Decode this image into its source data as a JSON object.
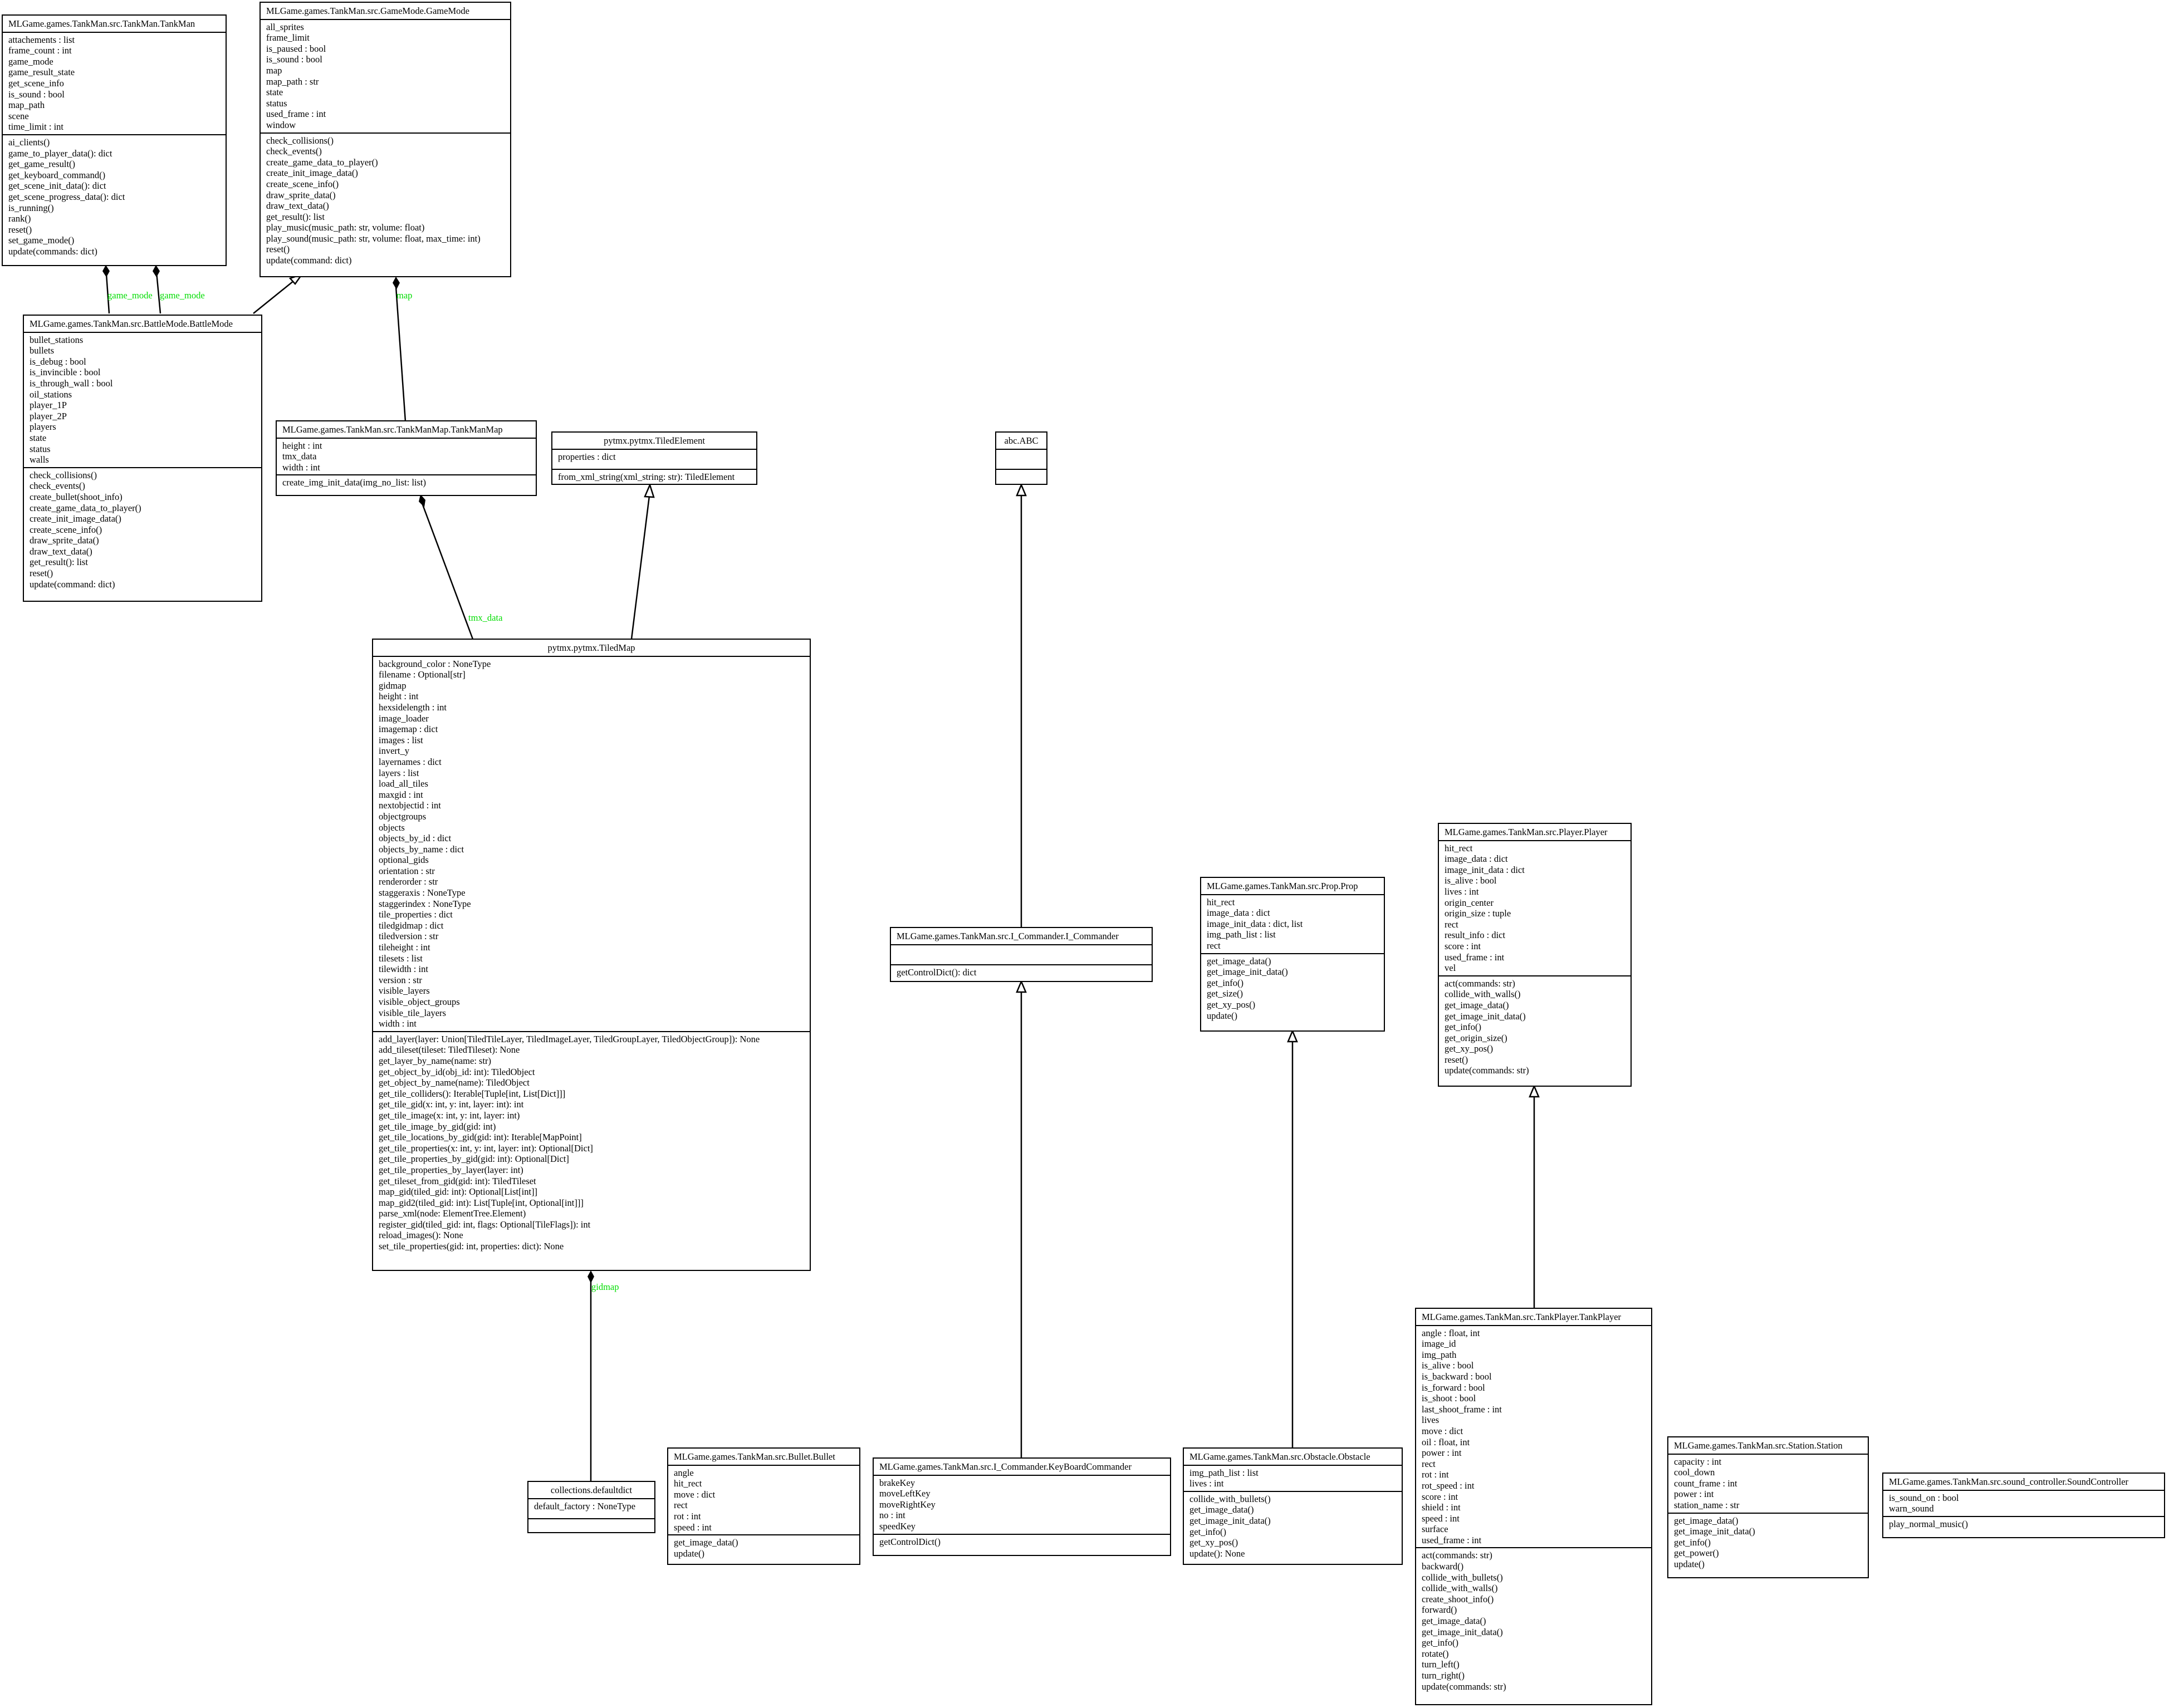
{
  "classes": {
    "tankman": {
      "name": "MLGame.games.TankMan.src.TankMan.TankMan",
      "attributes": [
        "attachements : list",
        "frame_count : int",
        "game_mode",
        "game_result_state",
        "get_scene_info",
        "is_sound : bool",
        "map_path",
        "scene",
        "time_limit : int"
      ],
      "methods": [
        "ai_clients()",
        "game_to_player_data(): dict",
        "get_game_result()",
        "get_keyboard_command()",
        "get_scene_init_data(): dict",
        "get_scene_progress_data(): dict",
        "is_running()",
        "rank()",
        "reset()",
        "set_game_mode()",
        "update(commands: dict)"
      ]
    },
    "gamemode": {
      "name": "MLGame.games.TankMan.src.GameMode.GameMode",
      "attributes": [
        "all_sprites",
        "frame_limit",
        "is_paused : bool",
        "is_sound : bool",
        "map",
        "map_path : str",
        "state",
        "status",
        "used_frame : int",
        "window"
      ],
      "methods": [
        "check_collisions()",
        "check_events()",
        "create_game_data_to_player()",
        "create_init_image_data()",
        "create_scene_info()",
        "draw_sprite_data()",
        "draw_text_data()",
        "get_result(): list",
        "play_music(music_path: str, volume: float)",
        "play_sound(music_path: str, volume: float, max_time: int)",
        "reset()",
        "update(command: dict)"
      ]
    },
    "battlemode": {
      "name": "MLGame.games.TankMan.src.BattleMode.BattleMode",
      "attributes": [
        "bullet_stations",
        "bullets",
        "is_debug : bool",
        "is_invincible : bool",
        "is_through_wall : bool",
        "oil_stations",
        "player_1P",
        "player_2P",
        "players",
        "state",
        "status",
        "walls"
      ],
      "methods": [
        "check_collisions()",
        "check_events()",
        "create_bullet(shoot_info)",
        "create_game_data_to_player()",
        "create_init_image_data()",
        "create_scene_info()",
        "draw_sprite_data()",
        "draw_text_data()",
        "get_result(): list",
        "reset()",
        "update(command: dict)"
      ]
    },
    "tankmanmap": {
      "name": "MLGame.games.TankMan.src.TankManMap.TankManMap",
      "attributes": [
        "height : int",
        "tmx_data",
        "width : int"
      ],
      "methods": [
        "create_img_init_data(img_no_list: list)"
      ]
    },
    "tiledelement": {
      "name": "pytmx.pytmx.TiledElement",
      "attributes": [
        "properties : dict"
      ],
      "methods": [
        "from_xml_string(xml_string: str): TiledElement"
      ]
    },
    "abc": {
      "name": "abc.ABC",
      "attributes": [],
      "methods": []
    },
    "tiledmap": {
      "name": "pytmx.pytmx.TiledMap",
      "attributes": [
        "background_color : NoneType",
        "filename : Optional[str]",
        "gidmap",
        "height : int",
        "hexsidelength : int",
        "image_loader",
        "imagemap : dict",
        "images : list",
        "invert_y",
        "layernames : dict",
        "layers : list",
        "load_all_tiles",
        "maxgid : int",
        "nextobjectid : int",
        "objectgroups",
        "objects",
        "objects_by_id : dict",
        "objects_by_name : dict",
        "optional_gids",
        "orientation : str",
        "renderorder : str",
        "staggeraxis : NoneType",
        "staggerindex : NoneType",
        "tile_properties : dict",
        "tiledgidmap : dict",
        "tiledversion : str",
        "tileheight : int",
        "tilesets : list",
        "tilewidth : int",
        "version : str",
        "visible_layers",
        "visible_object_groups",
        "visible_tile_layers",
        "width : int"
      ],
      "methods": [
        "add_layer(layer: Union[TiledTileLayer, TiledImageLayer, TiledGroupLayer, TiledObjectGroup]): None",
        "add_tileset(tileset: TiledTileset): None",
        "get_layer_by_name(name: str)",
        "get_object_by_id(obj_id: int): TiledObject",
        "get_object_by_name(name): TiledObject",
        "get_tile_colliders(): Iterable[Tuple[int, List[Dict]]]",
        "get_tile_gid(x: int, y: int, layer: int): int",
        "get_tile_image(x: int, y: int, layer: int)",
        "get_tile_image_by_gid(gid: int)",
        "get_tile_locations_by_gid(gid: int): Iterable[MapPoint]",
        "get_tile_properties(x: int, y: int, layer: int): Optional[Dict]",
        "get_tile_properties_by_gid(gid: int): Optional[Dict]",
        "get_tile_properties_by_layer(layer: int)",
        "get_tileset_from_gid(gid: int): TiledTileset",
        "map_gid(tiled_gid: int): Optional[List[int]]",
        "map_gid2(tiled_gid: int): List[Tuple[int, Optional[int]]]",
        "parse_xml(node: ElementTree.Element)",
        "register_gid(tiled_gid: int, flags: Optional[TileFlags]): int",
        "reload_images(): None",
        "set_tile_properties(gid: int, properties: dict): None"
      ]
    },
    "player": {
      "name": "MLGame.games.TankMan.src.Player.Player",
      "attributes": [
        "hit_rect",
        "image_data : dict",
        "image_init_data : dict",
        "is_alive : bool",
        "lives : int",
        "origin_center",
        "origin_size : tuple",
        "rect",
        "result_info : dict",
        "score : int",
        "used_frame : int",
        "vel"
      ],
      "methods": [
        "act(commands: str)",
        "collide_with_walls()",
        "get_image_data()",
        "get_image_init_data()",
        "get_info()",
        "get_origin_size()",
        "get_xy_pos()",
        "reset()",
        "update(commands: str)"
      ]
    },
    "prop": {
      "name": "MLGame.games.TankMan.src.Prop.Prop",
      "attributes": [
        "hit_rect",
        "image_data : dict",
        "image_init_data : dict, list",
        "img_path_list : list",
        "rect"
      ],
      "methods": [
        "get_image_data()",
        "get_image_init_data()",
        "get_info()",
        "get_size()",
        "get_xy_pos()",
        "update()"
      ]
    },
    "icommander": {
      "name": "MLGame.games.TankMan.src.I_Commander.I_Commander",
      "attributes": [],
      "methods": [
        "getControlDict(): dict"
      ]
    },
    "defaultdict": {
      "name": "collections.defaultdict",
      "attributes": [
        "default_factory : NoneType"
      ],
      "methods": []
    },
    "bullet": {
      "name": "MLGame.games.TankMan.src.Bullet.Bullet",
      "attributes": [
        "angle",
        "hit_rect",
        "move : dict",
        "rect",
        "rot : int",
        "speed : int"
      ],
      "methods": [
        "get_image_data()",
        "update()"
      ]
    },
    "keyboardcommander": {
      "name": "MLGame.games.TankMan.src.I_Commander.KeyBoardCommander",
      "attributes": [
        "brakeKey",
        "moveLeftKey",
        "moveRightKey",
        "no : int",
        "speedKey"
      ],
      "methods": [
        "getControlDict()"
      ]
    },
    "obstacle": {
      "name": "MLGame.games.TankMan.src.Obstacle.Obstacle",
      "attributes": [
        "img_path_list : list",
        "lives : int"
      ],
      "methods": [
        "collide_with_bullets()",
        "get_image_data()",
        "get_image_init_data()",
        "get_info()",
        "get_xy_pos()",
        "update(): None"
      ]
    },
    "tankplayer": {
      "name": "MLGame.games.TankMan.src.TankPlayer.TankPlayer",
      "attributes": [
        "angle : float, int",
        "image_id",
        "img_path",
        "is_alive : bool",
        "is_backward : bool",
        "is_forward : bool",
        "is_shoot : bool",
        "last_shoot_frame : int",
        "lives",
        "move : dict",
        "oil : float, int",
        "power : int",
        "rect",
        "rot : int",
        "rot_speed : int",
        "score : int",
        "shield : int",
        "speed : int",
        "surface",
        "used_frame : int"
      ],
      "methods": [
        "act(commands: str)",
        "backward()",
        "collide_with_bullets()",
        "collide_with_walls()",
        "create_shoot_info()",
        "forward()",
        "get_image_data()",
        "get_image_init_data()",
        "get_info()",
        "rotate()",
        "turn_left()",
        "turn_right()",
        "update(commands: str)"
      ]
    },
    "station": {
      "name": "MLGame.games.TankMan.src.Station.Station",
      "attributes": [
        "capacity : int",
        "cool_down",
        "count_frame : int",
        "power : int",
        "station_name : str"
      ],
      "methods": [
        "get_image_data()",
        "get_image_init_data()",
        "get_info()",
        "get_power()",
        "update()"
      ]
    },
    "soundcontroller": {
      "name": "MLGame.games.TankMan.src.sound_controller.SoundController",
      "attributes": [
        "is_sound_on : bool",
        "warn_sound"
      ],
      "methods": [
        "play_normal_music()"
      ]
    }
  },
  "edge_labels": {
    "game_mode_1": "game_mode",
    "game_mode_2": "game_mode",
    "map": "map",
    "tmx_data": "tmx_data",
    "gidmap": "gidmap"
  },
  "colors": {
    "edge_label": "#00dd00",
    "stroke": "#000000",
    "background": "#ffffff"
  }
}
